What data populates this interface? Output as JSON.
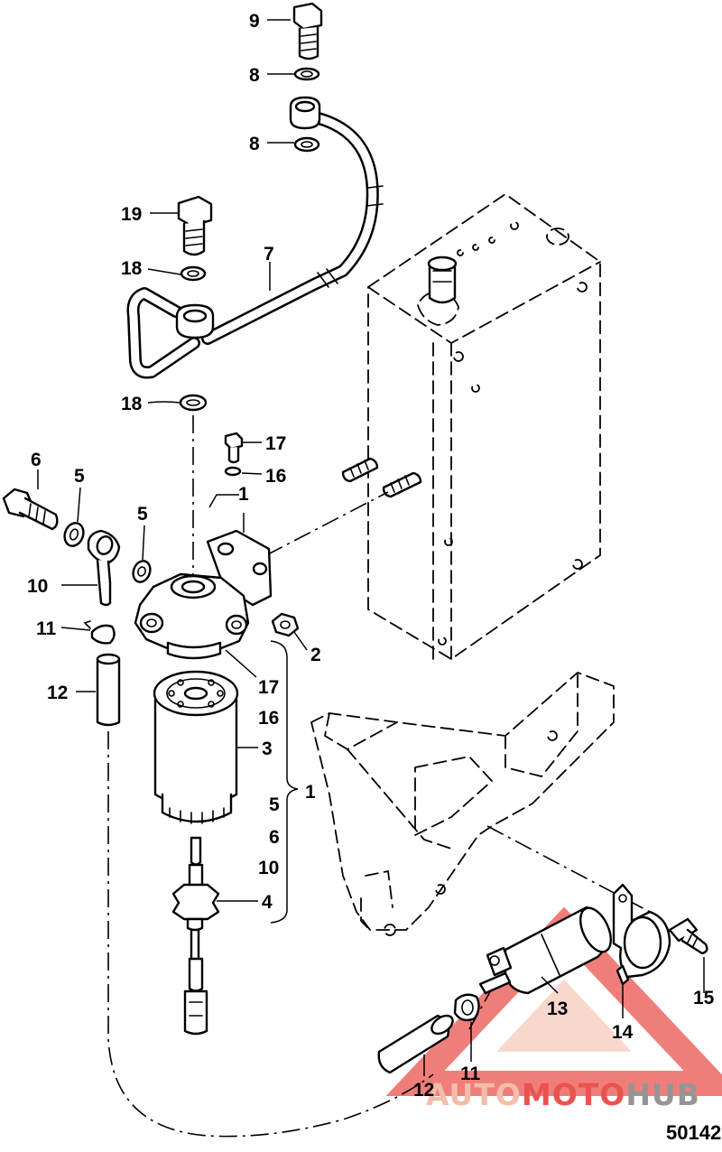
{
  "diagram": {
    "figure_number": "50142",
    "watermark": {
      "text_auto": "AUTO",
      "text_moto": "MOTO",
      "text_hub": "HUB",
      "accent_color": "#e8413c",
      "secondary_color": "#f2b6a0",
      "gray_color": "#8a8a8a"
    },
    "callouts": {
      "c9": "9",
      "c8a": "8",
      "c8b": "8",
      "c19": "19",
      "c7": "7",
      "c18a": "18",
      "c18b": "18",
      "c17a": "17",
      "c16a": "16",
      "c6": "6",
      "c5a": "5",
      "c5b": "5",
      "c1a": "1",
      "c10a": "10",
      "c11a": "11",
      "c2": "2",
      "c12a": "12",
      "c17b": "17",
      "c16b": "16",
      "c3": "3",
      "c5c": "5",
      "c1b": "1",
      "c6b": "6",
      "c10b": "10",
      "c4": "4",
      "c15": "15",
      "c13": "13",
      "c14": "14",
      "c11b": "11",
      "c12b": "12"
    }
  }
}
